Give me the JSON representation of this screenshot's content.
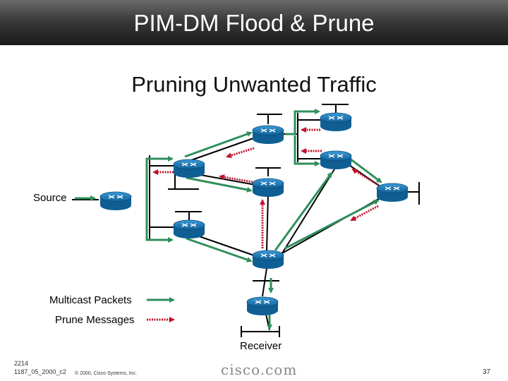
{
  "slide": {
    "title": "PIM-DM Flood & Prune",
    "subtitle": "Pruning Unwanted Traffic",
    "page_number": "37"
  },
  "labels": {
    "source": "Source",
    "receiver": "Receiver"
  },
  "legend": {
    "multicast": "Multicast Packets",
    "prune": "Prune Messages"
  },
  "footer": {
    "code1": "2214",
    "code2": "1187_05_2000_c2",
    "copyright": "© 2000, Cisco Systems, Inc.",
    "logo_text": "cisco.com"
  },
  "colors": {
    "multicast": "#2f8f5b",
    "prune": "#c0112b",
    "router": "#1f78b4"
  }
}
